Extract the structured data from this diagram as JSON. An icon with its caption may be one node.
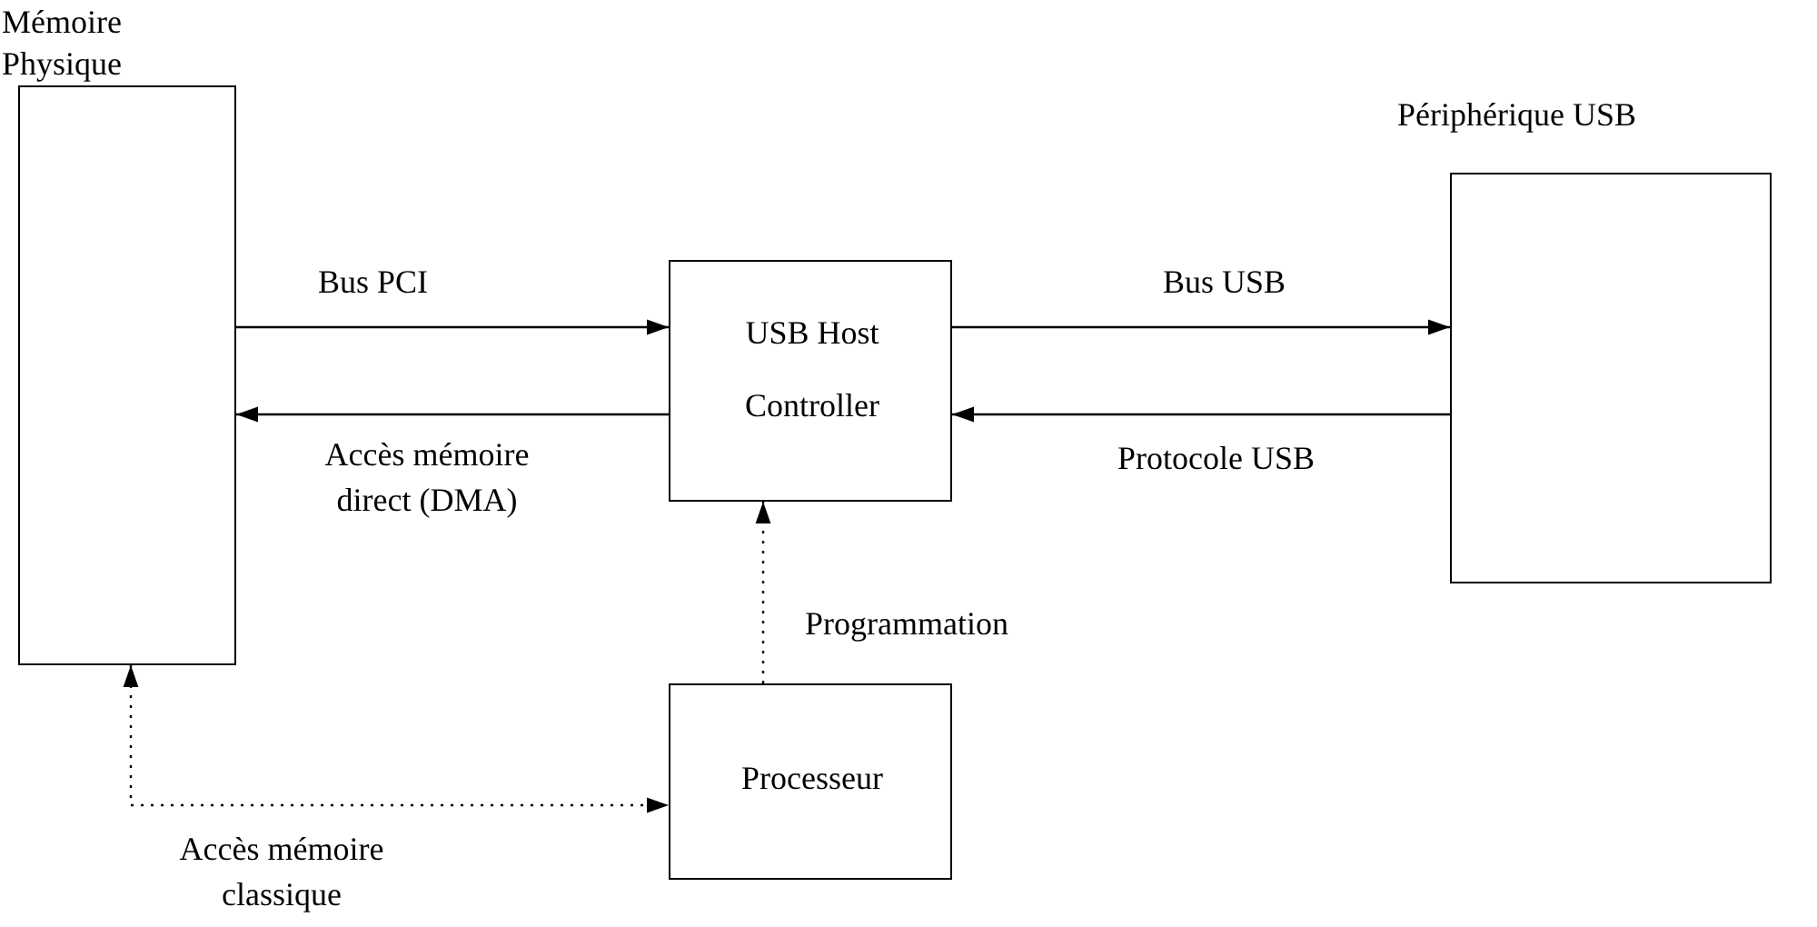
{
  "diagram": {
    "nodes": [
      {
        "text": [
          "Mémoire Physique"
        ]
      },
      {
        "text": [
          "USB Host Controller"
        ]
      },
      {
        "text": [
          "Périphérique USB"
        ]
      },
      {
        "text": [
          "Processeur"
        ]
      }
    ],
    "edges": [
      {
        "from": 0,
        "to": 1,
        "arrow": "to",
        "label": "Bus PCI"
      },
      {
        "from": 1,
        "to": 0,
        "arrow": "to",
        "label": "Accès mémoire direct (DMA)"
      },
      {
        "from": 1,
        "to": 2,
        "arrow": "to",
        "label": "Bus USB"
      },
      {
        "from": 2,
        "to": 1,
        "arrow": "to",
        "label": "Protocole USB"
      },
      {
        "from": 3,
        "to": 1,
        "arrow": "to",
        "label": "Programmation",
        "style": "dashed"
      },
      {
        "from": 0,
        "to": 3,
        "arrow": "both",
        "label": "Accès mémoire classique",
        "style": "dashed"
      }
    ]
  }
}
